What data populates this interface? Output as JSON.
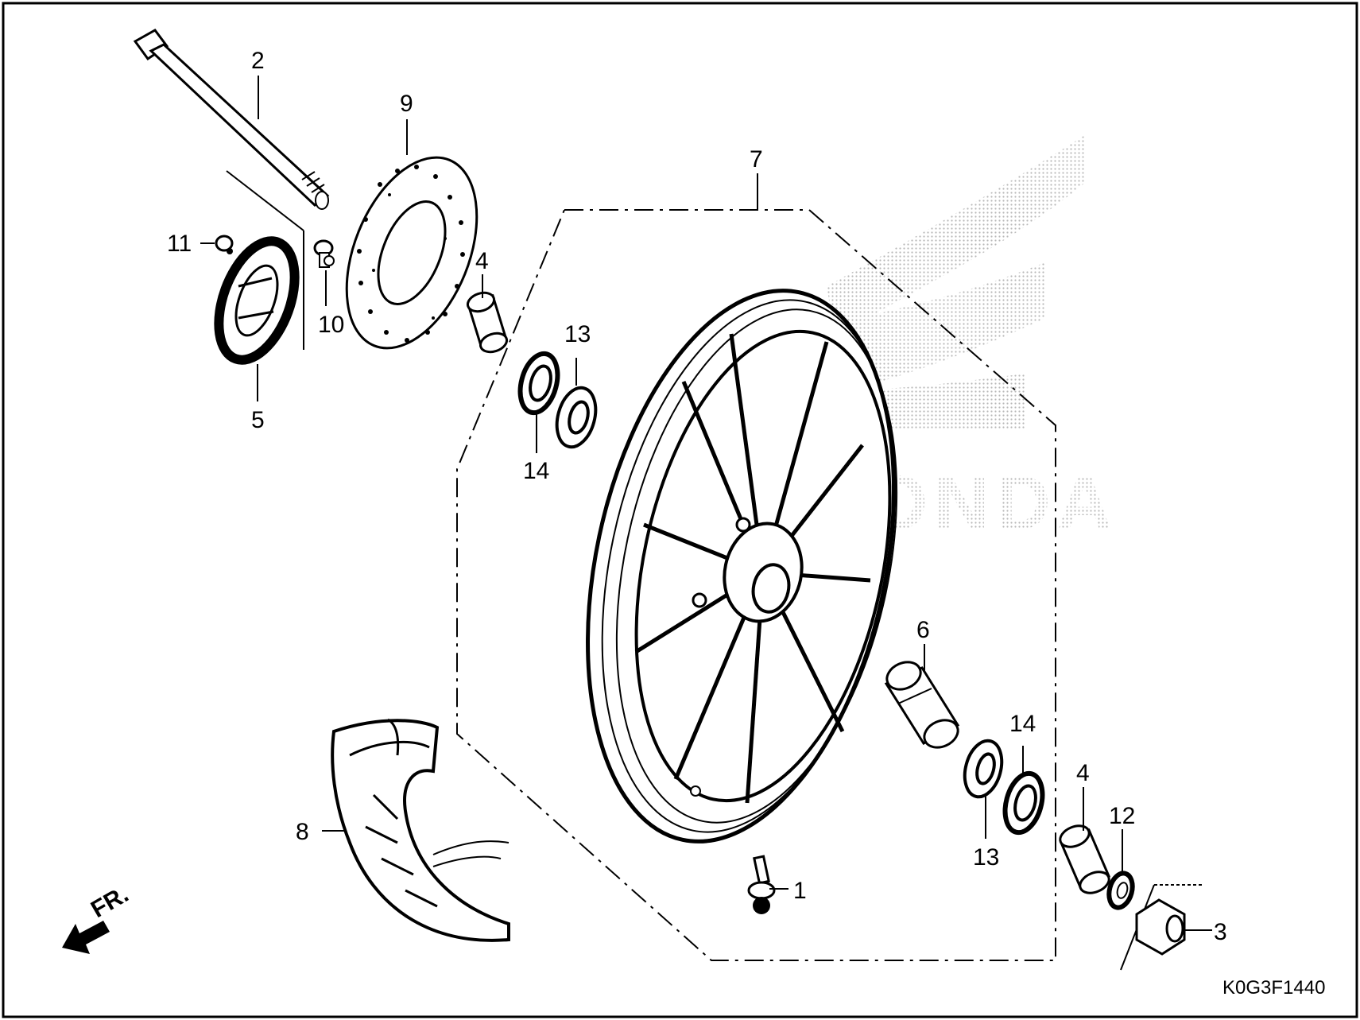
{
  "diagram": {
    "watermark_text": "HONDA",
    "diagram_code": "K0G3F1440",
    "direction_label": "FR.",
    "parts": [
      {
        "id": "1",
        "label": "1"
      },
      {
        "id": "2",
        "label": "2"
      },
      {
        "id": "3",
        "label": "3"
      },
      {
        "id": "4a",
        "label": "4"
      },
      {
        "id": "4b",
        "label": "4"
      },
      {
        "id": "5",
        "label": "5"
      },
      {
        "id": "6",
        "label": "6"
      },
      {
        "id": "7",
        "label": "7"
      },
      {
        "id": "8",
        "label": "8"
      },
      {
        "id": "9",
        "label": "9"
      },
      {
        "id": "10",
        "label": "10"
      },
      {
        "id": "11",
        "label": "11"
      },
      {
        "id": "12",
        "label": "12"
      },
      {
        "id": "13a",
        "label": "13"
      },
      {
        "id": "13b",
        "label": "13"
      },
      {
        "id": "14a",
        "label": "14"
      },
      {
        "id": "14b",
        "label": "14"
      }
    ]
  }
}
